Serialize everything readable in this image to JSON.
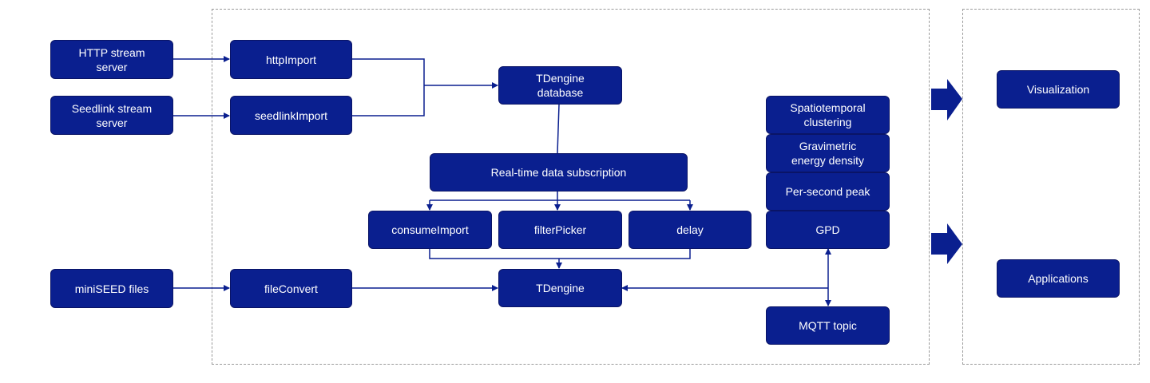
{
  "colors": {
    "node_fill": "#0a1f8f",
    "node_text": "#ffffff",
    "connector": "#0a1f8f",
    "frame_border": "#9a9a9a"
  },
  "nodes": {
    "http_server": "HTTP stream\nserver",
    "seedlink_server": "Seedlink stream\nserver",
    "miniseed_files": "miniSEED files",
    "http_import": "httpImport",
    "seedlink_import": "seedlinkImport",
    "file_convert": "fileConvert",
    "tdengine_database": "TDengine\ndatabase",
    "realtime_subscription": "Real-time data subscription",
    "consume_import": "consumeImport",
    "filter_picker": "filterPicker",
    "delay": "delay",
    "tdengine": "TDengine",
    "spatiotemporal_clustering": "Spatiotemporal\nclustering",
    "gravimetric_energy_density": "Gravimetric\nenergy density",
    "per_second_peak": "Per-second peak",
    "gpd": "GPD",
    "mqtt_topic": "MQTT topic",
    "visualization": "Visualization",
    "applications": "Applications"
  }
}
